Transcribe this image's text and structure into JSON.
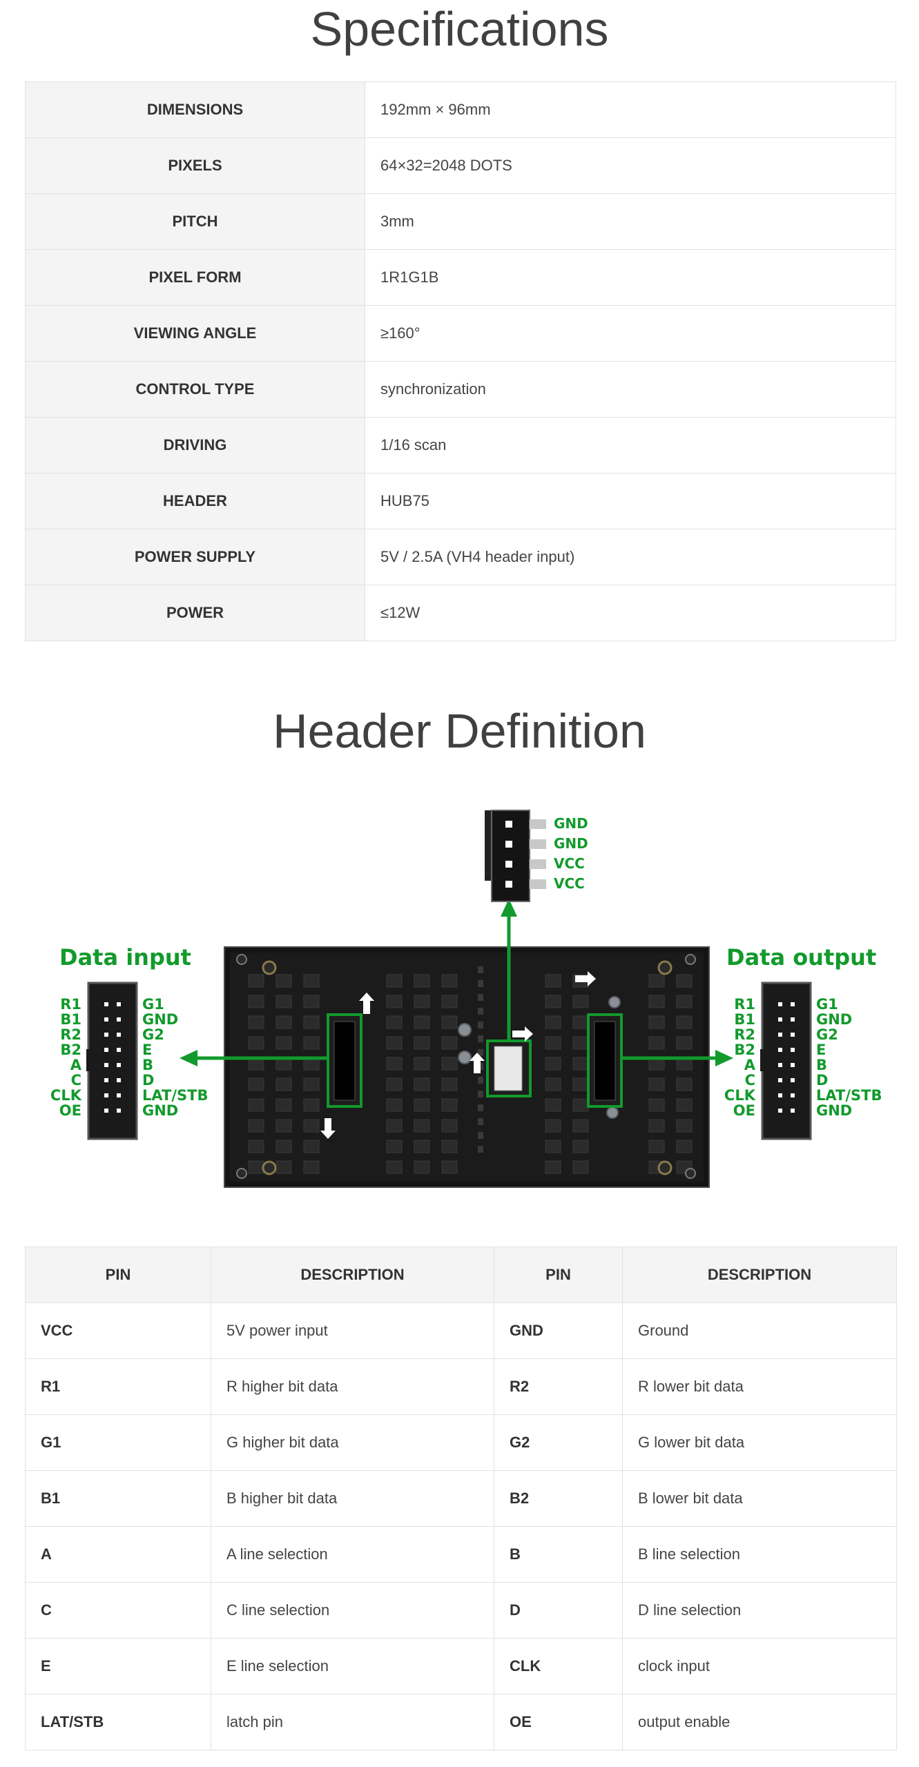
{
  "specifications": {
    "title": "Specifications",
    "rows": [
      {
        "key": "DIMENSIONS",
        "value": "192mm × 96mm"
      },
      {
        "key": "PIXELS",
        "value": "64×32=2048 DOTS"
      },
      {
        "key": "PITCH",
        "value": "3mm"
      },
      {
        "key": "PIXEL FORM",
        "value": "1R1G1B"
      },
      {
        "key": "VIEWING ANGLE",
        "value": "≥160°"
      },
      {
        "key": "CONTROL TYPE",
        "value": "synchronization"
      },
      {
        "key": "DRIVING",
        "value": "1/16 scan"
      },
      {
        "key": "HEADER",
        "value": "HUB75"
      },
      {
        "key": "POWER SUPPLY",
        "value": "5V / 2.5A (VH4 header input)"
      },
      {
        "key": "POWER",
        "value": "≤12W"
      }
    ]
  },
  "header_definition": {
    "title": "Header Definition",
    "diagram": {
      "data_input_label": "Data input",
      "data_output_label": "Data output",
      "left_pins": [
        "R1",
        "B1",
        "R2",
        "B2",
        "A",
        "C",
        "CLK",
        "OE"
      ],
      "right_pins": [
        "G1",
        "GND",
        "G2",
        "E",
        "B",
        "D",
        "LAT/STB",
        "GND"
      ],
      "power_pins": [
        "GND",
        "GND",
        "VCC",
        "VCC"
      ],
      "accent_color": "#129a2c"
    },
    "pin_table": {
      "headers": [
        "PIN",
        "DESCRIPTION",
        "PIN",
        "DESCRIPTION"
      ],
      "rows": [
        {
          "pin1": "VCC",
          "desc1": "5V power input",
          "pin2": "GND",
          "desc2": "Ground"
        },
        {
          "pin1": "R1",
          "desc1": "R higher bit data",
          "pin2": "R2",
          "desc2": "R lower bit data"
        },
        {
          "pin1": "G1",
          "desc1": "G higher bit data",
          "pin2": "G2",
          "desc2": "G lower bit data"
        },
        {
          "pin1": "B1",
          "desc1": "B higher bit data",
          "pin2": "B2",
          "desc2": "B lower bit data"
        },
        {
          "pin1": "A",
          "desc1": "A line selection",
          "pin2": "B",
          "desc2": "B line selection"
        },
        {
          "pin1": "C",
          "desc1": "C line selection",
          "pin2": "D",
          "desc2": "D line selection"
        },
        {
          "pin1": "E",
          "desc1": "E line selection",
          "pin2": "CLK",
          "desc2": "clock input"
        },
        {
          "pin1": "LAT/STB",
          "desc1": "latch pin",
          "pin2": "OE",
          "desc2": "output enable"
        }
      ]
    }
  }
}
